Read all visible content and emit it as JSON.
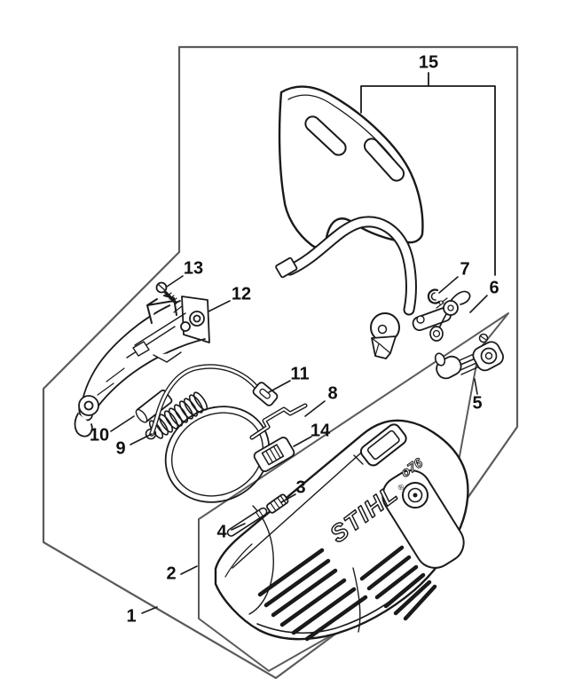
{
  "diagram": {
    "figure_type": "exploded parts diagram",
    "background_color": "#ffffff",
    "frame_color": "#5b5b5b",
    "line_color": "#1a1a1a",
    "callouts": [
      {
        "label": "1"
      },
      {
        "label": "2"
      },
      {
        "label": "3"
      },
      {
        "label": "4"
      },
      {
        "label": "5"
      },
      {
        "label": "6"
      },
      {
        "label": "7"
      },
      {
        "label": "8"
      },
      {
        "label": "9"
      },
      {
        "label": "10"
      },
      {
        "label": "11"
      },
      {
        "label": "12"
      },
      {
        "label": "13"
      },
      {
        "label": "14"
      },
      {
        "label": "15"
      }
    ],
    "cover_markings": {
      "logo": "STIHL",
      "registered_mark": "®",
      "model_marking": "o76"
    }
  }
}
